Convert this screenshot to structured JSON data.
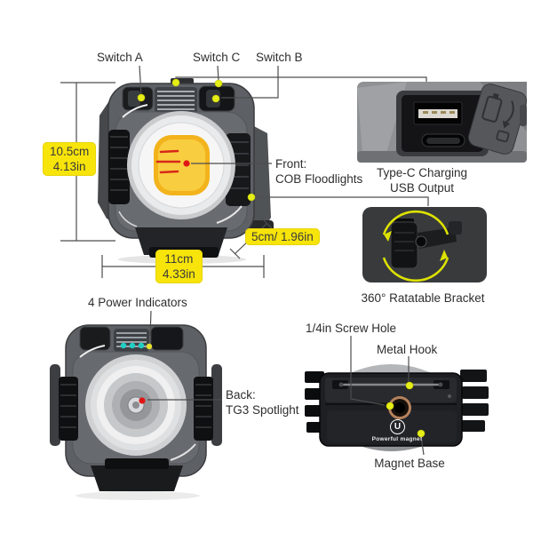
{
  "title": "work-light-product-feature-diagram",
  "colors": {
    "background": "#ffffff",
    "dimension_label_bg": "#f7e40a",
    "dimension_label_text": "#3a3a3a",
    "annotation_text": "#2e2e2e",
    "leader_line": "#4d4d4d",
    "marker_yellow": "#e6ee18",
    "marker_red": "#e01616",
    "indicator_cyan": "#20cfc3",
    "indicator_yellow": "#e7e22a",
    "photo_panel_dark": "#393a3c",
    "rotate_arrow_yellow": "#dde200",
    "cob_yellow": "#f2b31c"
  },
  "front_view": {
    "switch_a": "Switch A",
    "switch_c": "Switch C",
    "switch_b": "Switch B",
    "front_label_line1": "Front:",
    "front_label_line2": "COB Floodlights",
    "dim_height_line1": "10.5cm",
    "dim_height_line2": "4.13in",
    "dim_width_line1": "11cm",
    "dim_width_line2": "4.33in",
    "dim_depth": "5cm/ 1.96in"
  },
  "typec_inset": {
    "caption_line1": "Type-C Charging",
    "caption_line2": "USB Output"
  },
  "bracket_inset": {
    "caption": "360° Ratatable Bracket"
  },
  "back_view": {
    "indicators_label": "4 Power Indicators",
    "back_label_line1": "Back:",
    "back_label_line2": "TG3 Spotlight"
  },
  "bottom_view": {
    "screw_label": "1/4in Screw Hole",
    "hook_label": "Metal Hook",
    "magnet_label": "Magnet Base",
    "logo_letter": "U",
    "logo_text": "Powerful magnet"
  }
}
